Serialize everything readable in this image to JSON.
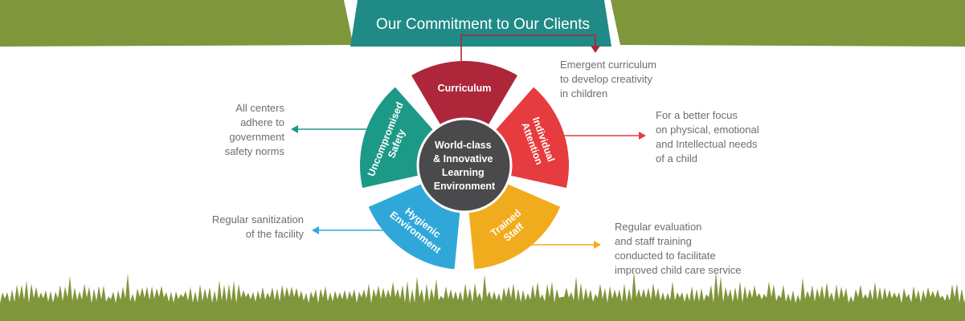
{
  "banner": {
    "title": "Our Commitment to Our Clients",
    "colors": {
      "grass": "#7f963b",
      "teal": "#1f8a86",
      "hub": "#4a4a4c"
    }
  },
  "diagram": {
    "center": [
      "World-class",
      "& Innovative",
      "Learning",
      "Environment"
    ],
    "segments": [
      {
        "id": "curriculum",
        "label": [
          "Curriculum"
        ],
        "color": "#ad2639",
        "note": [
          "Emergent curriculum",
          "to develop creativity",
          "in children"
        ]
      },
      {
        "id": "individual-attention",
        "label": [
          "Individual",
          "Attention"
        ],
        "color": "#e63b3f",
        "note": [
          "For a better focus",
          "on physical, emotional",
          "and Intellectual needs",
          "of a child"
        ]
      },
      {
        "id": "trained-staff",
        "label": [
          "Trained",
          "Staff"
        ],
        "color": "#f1ac1d",
        "note": [
          "Regular evaluation",
          "and staff training",
          "conducted to facilitate",
          "improved child care service"
        ]
      },
      {
        "id": "hygienic-environment",
        "label": [
          "Hygienic",
          "Environment"
        ],
        "color": "#2fa8d9",
        "note": [
          "Regular sanitization",
          "of the facility"
        ]
      },
      {
        "id": "uncompromised-safety",
        "label": [
          "Uncompromised",
          "Safety"
        ],
        "color": "#1d9987",
        "note": [
          "All centers",
          "adhere to",
          "government",
          "safety norms"
        ]
      }
    ]
  }
}
